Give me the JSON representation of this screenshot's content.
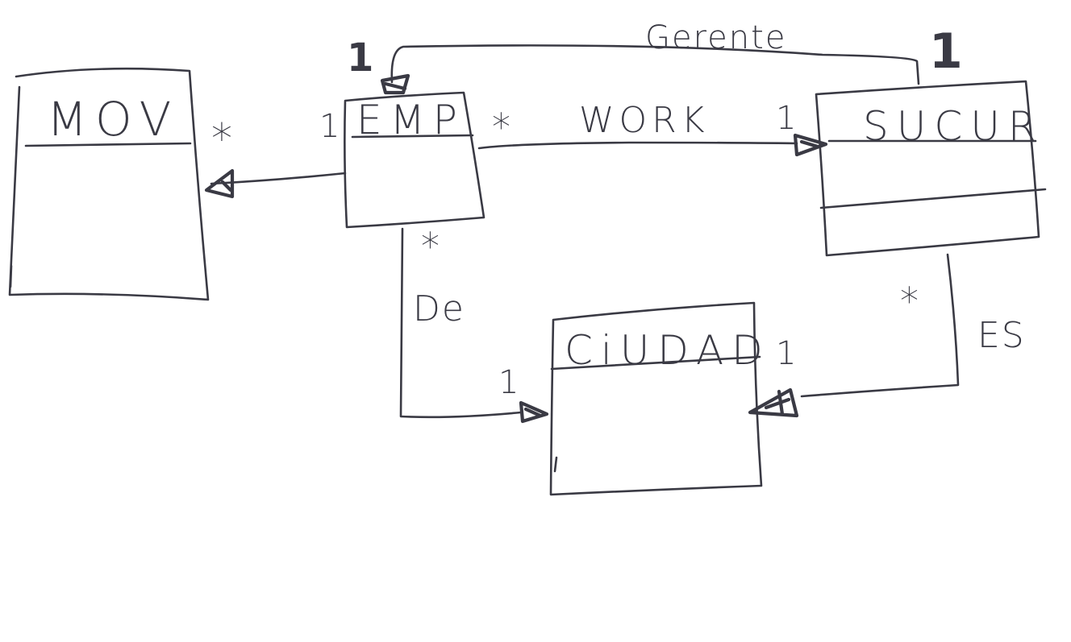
{
  "colors": {
    "background": "#ffffff",
    "ink": "#3a3a44"
  },
  "entities": {
    "mov": {
      "name": "MOV"
    },
    "emp": {
      "name": "EMP"
    },
    "sucur": {
      "name": "SUCUR"
    },
    "cidad": {
      "name": "CiUDAD"
    }
  },
  "relationships": {
    "gerente": {
      "label": "Gerente",
      "emp_multiplicity": "1",
      "sucur_multiplicity": "1"
    },
    "work": {
      "label": "WORK",
      "emp_multiplicity": "*",
      "sucur_multiplicity": "1"
    },
    "mov_emp": {
      "mov_multiplicity": "*",
      "emp_multiplicity": "1"
    },
    "de": {
      "label": "De",
      "emp_multiplicity": "*",
      "cidad_multiplicity": "1"
    },
    "es": {
      "label": "ES",
      "sucur_multiplicity": "*",
      "cidad_multiplicity": "1"
    }
  }
}
